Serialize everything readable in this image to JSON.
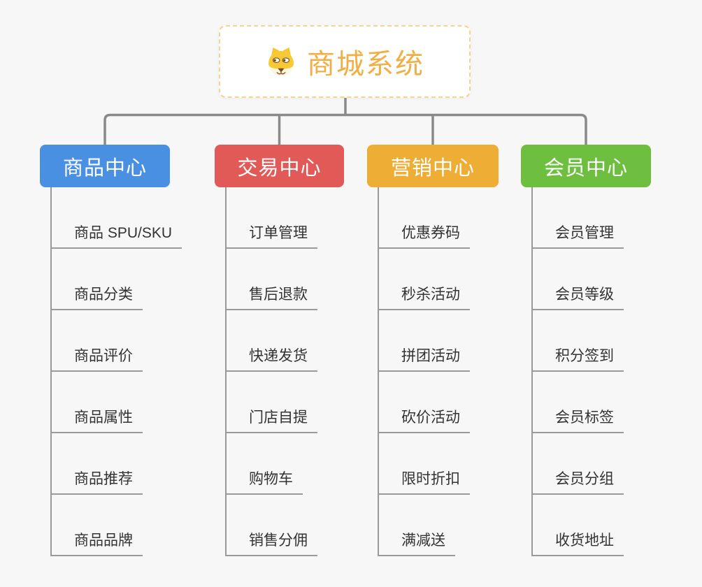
{
  "root": {
    "title": "商城系统",
    "icon": "doge-icon"
  },
  "branches": [
    {
      "id": "product-center",
      "label": "商品中心",
      "color": "#4a90e2",
      "children": [
        "商品 SPU/SKU",
        "商品分类",
        "商品评价",
        "商品属性",
        "商品推荐",
        "商品品牌"
      ]
    },
    {
      "id": "trade-center",
      "label": "交易中心",
      "color": "#e25a58",
      "children": [
        "订单管理",
        "售后退款",
        "快递发货",
        "门店自提",
        "购物车",
        "销售分佣"
      ]
    },
    {
      "id": "marketing-center",
      "label": "营销中心",
      "color": "#eead35",
      "children": [
        "优惠券码",
        "秒杀活动",
        "拼团活动",
        "砍价活动",
        "限时折扣",
        "满减送"
      ]
    },
    {
      "id": "member-center",
      "label": "会员中心",
      "color": "#6ebe3f",
      "children": [
        "会员管理",
        "会员等级",
        "积分签到",
        "会员标签",
        "会员分组",
        "收货地址"
      ]
    }
  ],
  "colors": {
    "background": "#f7f7f7",
    "connector": "#8a8a8a",
    "child_line": "#9a9a9a",
    "child_text": "#333333",
    "root_text": "#f1ae45",
    "root_border": "#f7d391"
  }
}
